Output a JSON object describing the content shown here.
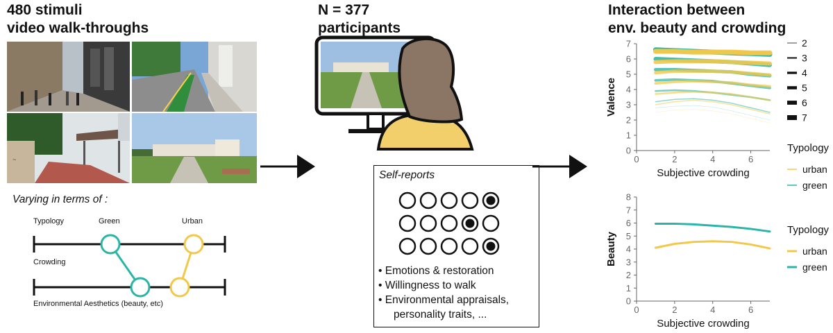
{
  "stimuli": {
    "title_line1": "480 stimuli",
    "title_line2": "video walk-throughs",
    "varying_label": "Varying in terms of :",
    "row_typology": "Typology",
    "row_crowding": "Crowding",
    "row_aesthetics": "Environmental Aesthetics (beauty, etc)",
    "node_green": "Green",
    "node_urban": "Urban"
  },
  "participants": {
    "title_line1": "N = 377",
    "title_line2": "participants"
  },
  "self_reports": {
    "title": "Self-reports",
    "selected_index": [
      4,
      3,
      4
    ],
    "bullets": [
      "Emotions & restoration",
      "Willingness to walk",
      "Environmental appraisals,",
      "personality traits, ..."
    ]
  },
  "results": {
    "title_line1": "Interaction between",
    "title_line2": "env. beauty and crowding"
  },
  "colors": {
    "urban": "#f2c84b",
    "green": "#2bb5a6",
    "ink": "#111111"
  },
  "chart_data": [
    {
      "type": "line",
      "xlabel": "Subjective crowding",
      "ylabel": "Valence",
      "xlim": [
        0,
        7
      ],
      "ylim": [
        0,
        7
      ],
      "xticks": [
        0,
        2,
        4,
        6
      ],
      "yticks": [
        0,
        1,
        2,
        3,
        4,
        5,
        6,
        7
      ],
      "x": [
        1,
        2,
        3,
        4,
        5,
        6,
        7
      ],
      "size_legend_values": [
        "2",
        "3",
        "4",
        "5",
        "6",
        "7"
      ],
      "legend_title": "Typology",
      "legend_items": [
        "urban",
        "green"
      ],
      "series": [
        {
          "typology": "green",
          "beauty": 7,
          "values": [
            6.6,
            6.55,
            6.5,
            6.45,
            6.4,
            6.35,
            6.3
          ]
        },
        {
          "typology": "urban",
          "beauty": 7,
          "values": [
            6.5,
            6.5,
            6.45,
            6.45,
            6.45,
            6.4,
            6.4
          ]
        },
        {
          "typology": "green",
          "beauty": 6,
          "values": [
            6.0,
            5.95,
            5.9,
            5.85,
            5.8,
            5.7,
            5.6
          ]
        },
        {
          "typology": "urban",
          "beauty": 6,
          "values": [
            5.8,
            5.85,
            5.85,
            5.85,
            5.8,
            5.75,
            5.7
          ]
        },
        {
          "typology": "green",
          "beauty": 5,
          "values": [
            5.3,
            5.3,
            5.25,
            5.2,
            5.15,
            5.0,
            4.9
          ]
        },
        {
          "typology": "urban",
          "beauty": 5,
          "values": [
            5.1,
            5.2,
            5.2,
            5.2,
            5.15,
            5.05,
            4.95
          ]
        },
        {
          "typology": "green",
          "beauty": 4,
          "values": [
            4.6,
            4.65,
            4.6,
            4.55,
            4.4,
            4.25,
            4.1
          ]
        },
        {
          "typology": "urban",
          "beauty": 4,
          "values": [
            4.4,
            4.5,
            4.55,
            4.5,
            4.45,
            4.3,
            4.2
          ]
        },
        {
          "typology": "green",
          "beauty": 3,
          "values": [
            3.9,
            3.95,
            3.9,
            3.8,
            3.65,
            3.5,
            3.3
          ]
        },
        {
          "typology": "urban",
          "beauty": 3,
          "values": [
            3.7,
            3.8,
            3.85,
            3.8,
            3.7,
            3.5,
            3.3
          ]
        },
        {
          "typology": "green",
          "beauty": 2,
          "values": [
            3.2,
            3.35,
            3.4,
            3.3,
            3.1,
            2.8,
            2.5
          ]
        },
        {
          "typology": "urban",
          "beauty": 2,
          "values": [
            3.0,
            3.2,
            3.3,
            3.2,
            3.0,
            2.7,
            2.4
          ]
        },
        {
          "typology": "green",
          "beauty": 1,
          "values": [
            2.8,
            2.9,
            2.95,
            2.85,
            2.6,
            2.3,
            2.0
          ]
        },
        {
          "typology": "urban",
          "beauty": 1,
          "values": [
            2.5,
            2.65,
            2.7,
            2.6,
            2.4,
            2.1,
            1.8
          ]
        }
      ]
    },
    {
      "type": "line",
      "xlabel": "Subjective crowding",
      "ylabel": "Beauty",
      "xlim": [
        0,
        7
      ],
      "ylim": [
        0,
        8
      ],
      "xticks": [
        0,
        2,
        4,
        6
      ],
      "yticks": [
        0,
        1,
        2,
        3,
        4,
        5,
        6,
        7,
        8
      ],
      "x": [
        1,
        2,
        3,
        4,
        5,
        6,
        7
      ],
      "legend_title": "Typology",
      "legend_items": [
        "urban",
        "green"
      ],
      "series": [
        {
          "typology": "urban",
          "values": [
            4.1,
            4.4,
            4.55,
            4.6,
            4.55,
            4.35,
            4.05
          ]
        },
        {
          "typology": "green",
          "values": [
            5.95,
            5.95,
            5.9,
            5.8,
            5.7,
            5.55,
            5.35
          ]
        }
      ]
    }
  ]
}
